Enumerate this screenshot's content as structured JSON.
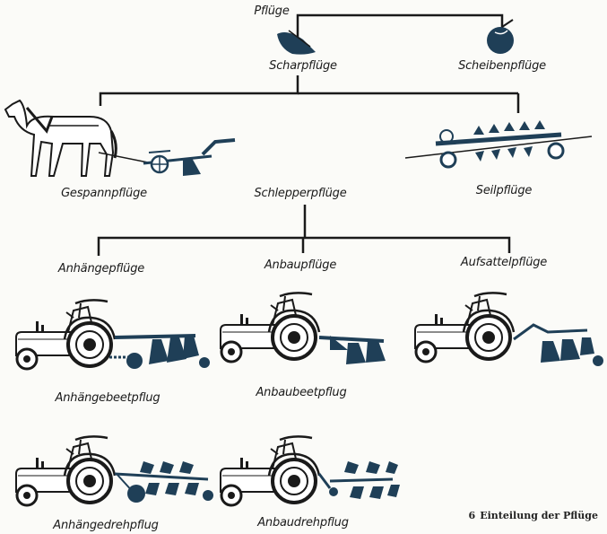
{
  "tree": {
    "root": "Pflüge",
    "level1": [
      "Scharpflüge",
      "Scheibenpflüge"
    ],
    "level2": [
      "Gespannpflüge",
      "Schlepperpflüge",
      "Seilpflüge"
    ],
    "level3": [
      "Anhängepflüge",
      "Anbaupflüge",
      "Aufsattelpflüge"
    ]
  },
  "implements": [
    "Anhängebeetpflug",
    "Anbaubeetpflug",
    "Anhängedrehpflug",
    "Anbaudrehpflug"
  ],
  "caption": {
    "number": "6",
    "text": "Einteilung der Pflüge"
  },
  "colors": {
    "ink": "#1a1a1a",
    "plow": "#1f3f57"
  }
}
